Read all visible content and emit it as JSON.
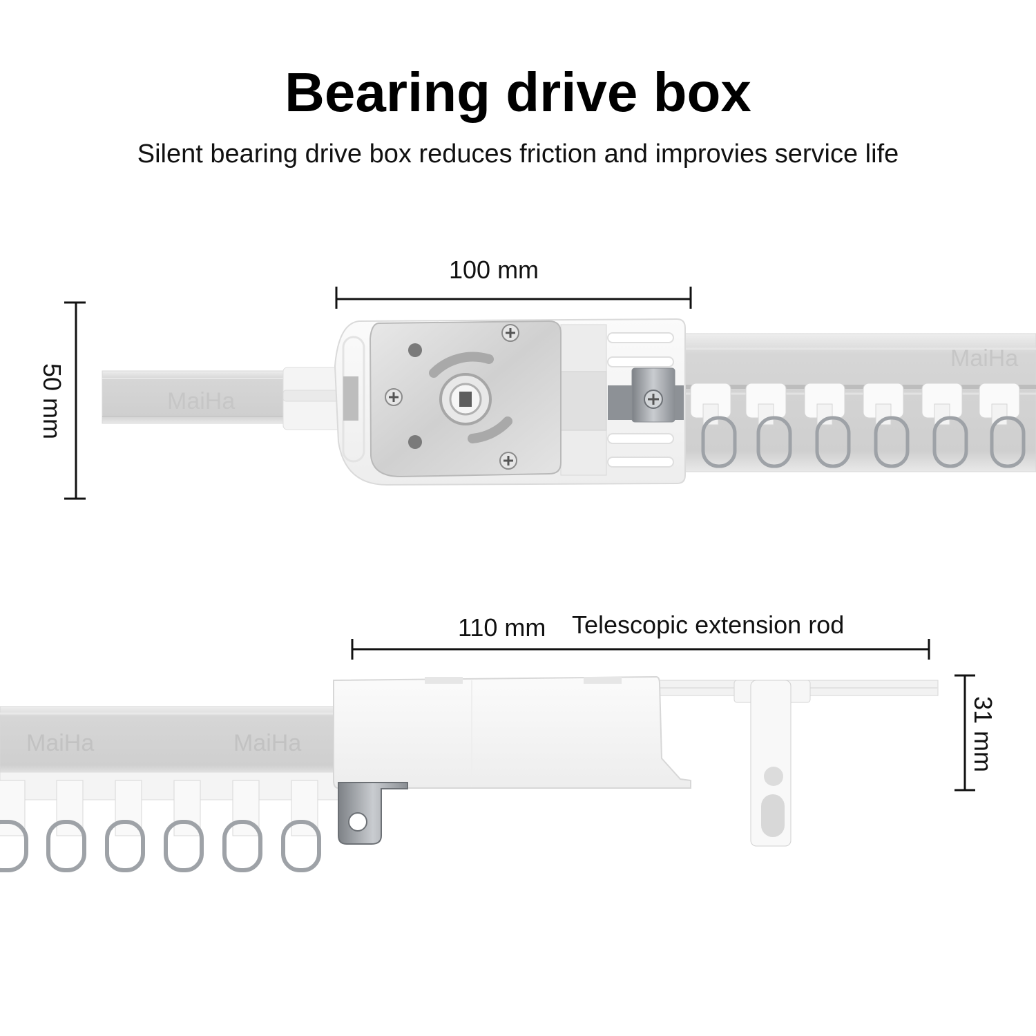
{
  "header": {
    "title": "Bearing drive box",
    "subtitle": "Silent bearing drive box reduces friction and improvies service life"
  },
  "top_view": {
    "width_label": "100 mm",
    "height_label": "50 mm",
    "watermark": "MaiHa"
  },
  "side_view": {
    "width_label": "110 mm",
    "rod_label": "Telescopic extension rod",
    "height_label": "31 mm",
    "watermark": "MaiHa"
  },
  "colors": {
    "rail": "#d4d4d4",
    "rail_dark": "#c2c2c2",
    "white_part": "#f7f7f7",
    "metal": "#bfc3c7",
    "ring": "#9a9ea3",
    "dim_line": "#111111"
  }
}
